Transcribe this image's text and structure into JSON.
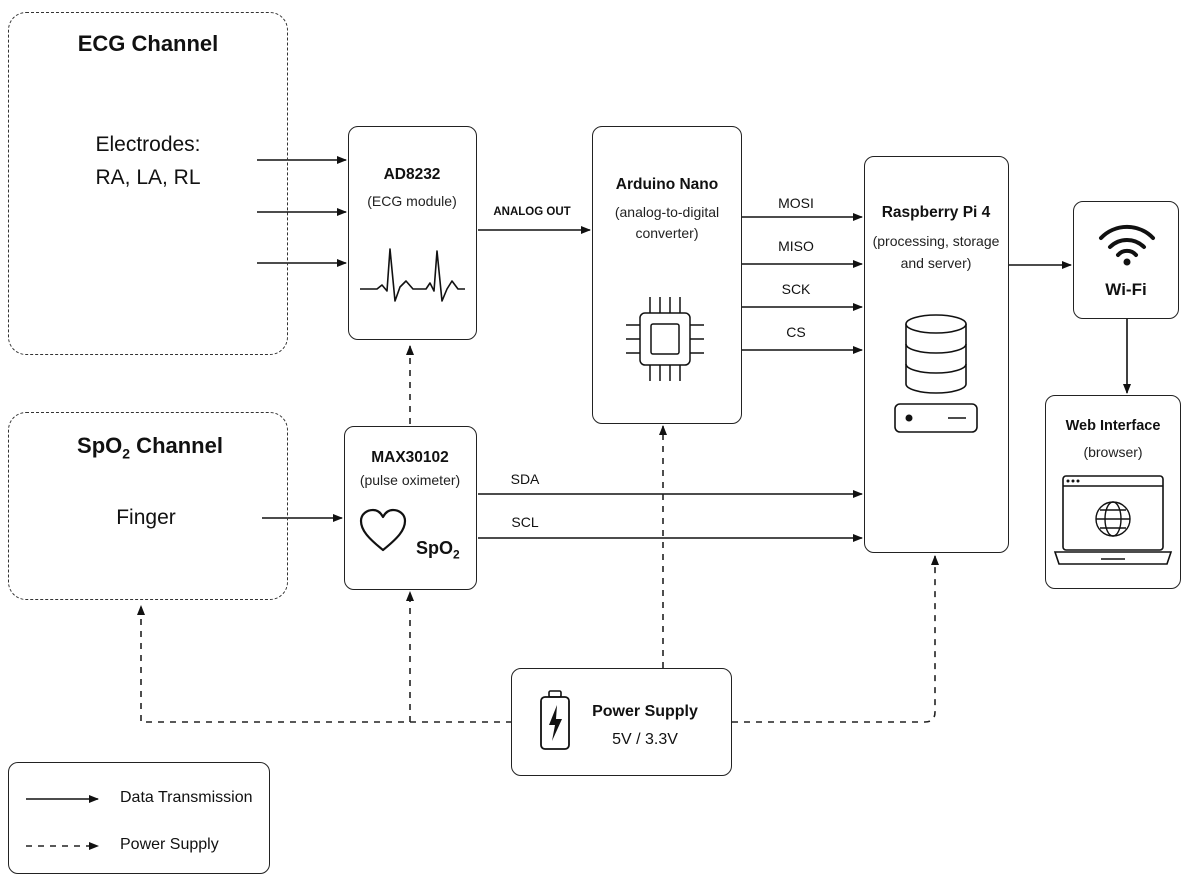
{
  "ecg_channel": {
    "title": "ECG Channel",
    "electrodes_label": "Electrodes:",
    "electrodes_list": "RA, LA, RL"
  },
  "spo2_channel": {
    "title_main": "SpO",
    "title_sub": "2",
    "title_rest": " Channel",
    "finger": "Finger"
  },
  "ad8232": {
    "title": "AD8232",
    "subtitle": "(ECG module)"
  },
  "analog_out": "ANALOG OUT",
  "arduino": {
    "title": "Arduino Nano",
    "line1": "(analog-to-digital",
    "line2": "converter)"
  },
  "spi_signals": {
    "mosi": "MOSI",
    "miso": "MISO",
    "sck": "SCK",
    "cs": "CS"
  },
  "raspberry": {
    "title": "Raspberry Pi 4",
    "line1": "(processing, storage",
    "line2": "and server)"
  },
  "wifi": {
    "label": "Wi-Fi"
  },
  "web_interface": {
    "title": "Web Interface",
    "subtitle": "(browser)"
  },
  "max30102": {
    "title": "MAX30102",
    "subtitle": "(pulse oximeter)",
    "spo2_main": "SpO",
    "spo2_sub": "2"
  },
  "i2c_signals": {
    "sda": "SDA",
    "scl": "SCL"
  },
  "power_supply": {
    "title": "Power Supply",
    "voltage": "5V / 3.3V"
  },
  "legend": {
    "data_transmission": "Data Transmission",
    "power_supply": "Power Supply"
  }
}
